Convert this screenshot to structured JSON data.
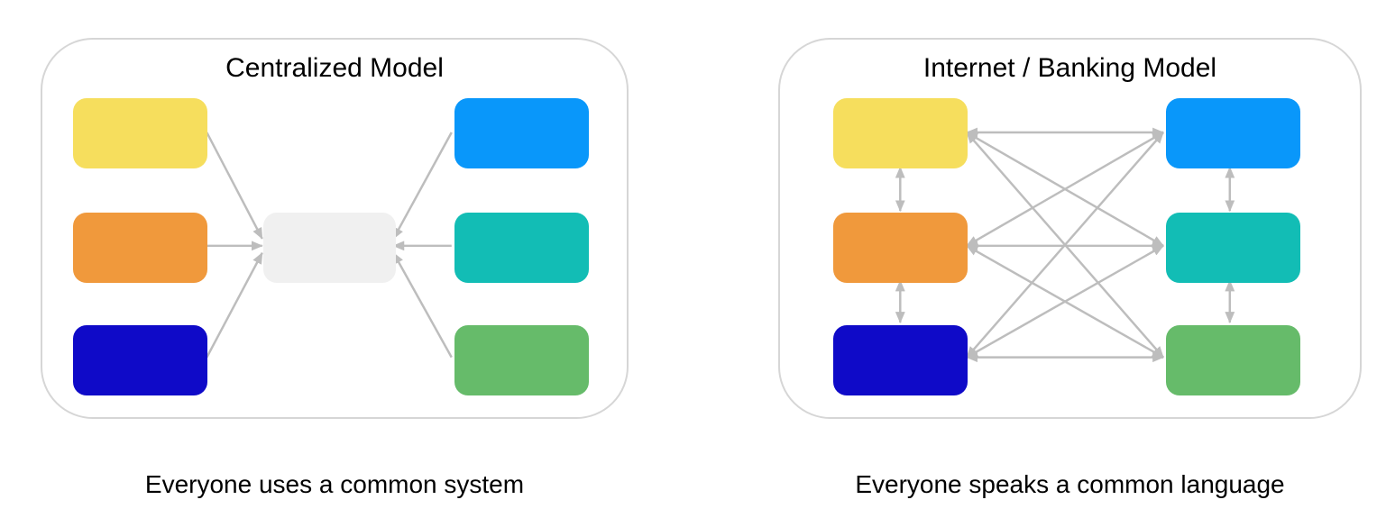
{
  "style": {
    "node_colors": {
      "yellow": "#F6DE5D",
      "orange": "#F0993C",
      "dark_blue": "#0F0AC8",
      "light_blue": "#0997FA",
      "teal": "#12BDB5",
      "green": "#66BB6A",
      "hub": "#F0F0F0"
    },
    "arrow_color": "#BDBDBD",
    "panel_border_color": "#D6D6D6",
    "text_color": "#000000",
    "background_color": "#FFFFFF"
  },
  "panels": [
    {
      "title": "Centralized Model",
      "caption": "Everyone uses a common system",
      "nodes": [
        "yellow",
        "orange",
        "dark_blue",
        "light_blue",
        "teal",
        "green",
        "hub"
      ],
      "edges": [
        {
          "from": "yellow",
          "to": "hub",
          "direction": "one-way"
        },
        {
          "from": "orange",
          "to": "hub",
          "direction": "one-way"
        },
        {
          "from": "dark_blue",
          "to": "hub",
          "direction": "one-way"
        },
        {
          "from": "light_blue",
          "to": "hub",
          "direction": "one-way"
        },
        {
          "from": "teal",
          "to": "hub",
          "direction": "one-way"
        },
        {
          "from": "green",
          "to": "hub",
          "direction": "one-way"
        }
      ]
    },
    {
      "title": "Internet / Banking Model",
      "caption": "Everyone speaks a common language",
      "nodes": [
        "yellow",
        "orange",
        "dark_blue",
        "light_blue",
        "teal",
        "green"
      ],
      "edges": [
        {
          "from": "yellow",
          "to": "orange",
          "direction": "two-way"
        },
        {
          "from": "orange",
          "to": "dark_blue",
          "direction": "two-way"
        },
        {
          "from": "light_blue",
          "to": "teal",
          "direction": "two-way"
        },
        {
          "from": "teal",
          "to": "green",
          "direction": "two-way"
        },
        {
          "from": "yellow",
          "to": "light_blue",
          "direction": "two-way"
        },
        {
          "from": "yellow",
          "to": "teal",
          "direction": "two-way"
        },
        {
          "from": "yellow",
          "to": "green",
          "direction": "two-way"
        },
        {
          "from": "orange",
          "to": "light_blue",
          "direction": "two-way"
        },
        {
          "from": "orange",
          "to": "teal",
          "direction": "two-way"
        },
        {
          "from": "orange",
          "to": "green",
          "direction": "two-way"
        },
        {
          "from": "dark_blue",
          "to": "light_blue",
          "direction": "two-way"
        },
        {
          "from": "dark_blue",
          "to": "teal",
          "direction": "two-way"
        },
        {
          "from": "dark_blue",
          "to": "green",
          "direction": "two-way"
        }
      ]
    }
  ]
}
